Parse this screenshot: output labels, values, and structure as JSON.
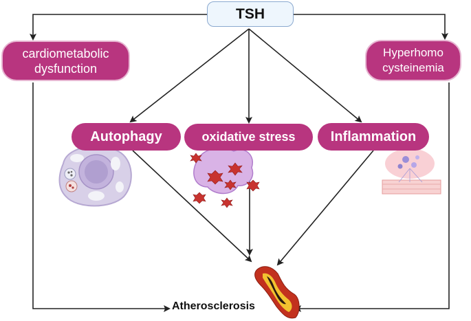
{
  "nodes": {
    "tsh": "TSH",
    "cardio_line1": "cardiometabolic",
    "cardio_line2": "dysfunction",
    "hyper_line1": "Hyperhomo",
    "hyper_line2": "cysteinemia",
    "autophagy": "Autophagy",
    "oxidative": "oxidative stress",
    "inflammation": "Inflammation",
    "atherosclerosis": "Atherosclerosis"
  },
  "colors": {
    "pill": "#b8357f",
    "tsh_fill": "#eef6fd",
    "tsh_border": "#8aa8cf",
    "arrow": "#222222"
  },
  "icons": [
    "cell-autophagy-icon",
    "ros-cell-icon",
    "inflamed-vessel-icon",
    "artery-plaque-icon"
  ]
}
